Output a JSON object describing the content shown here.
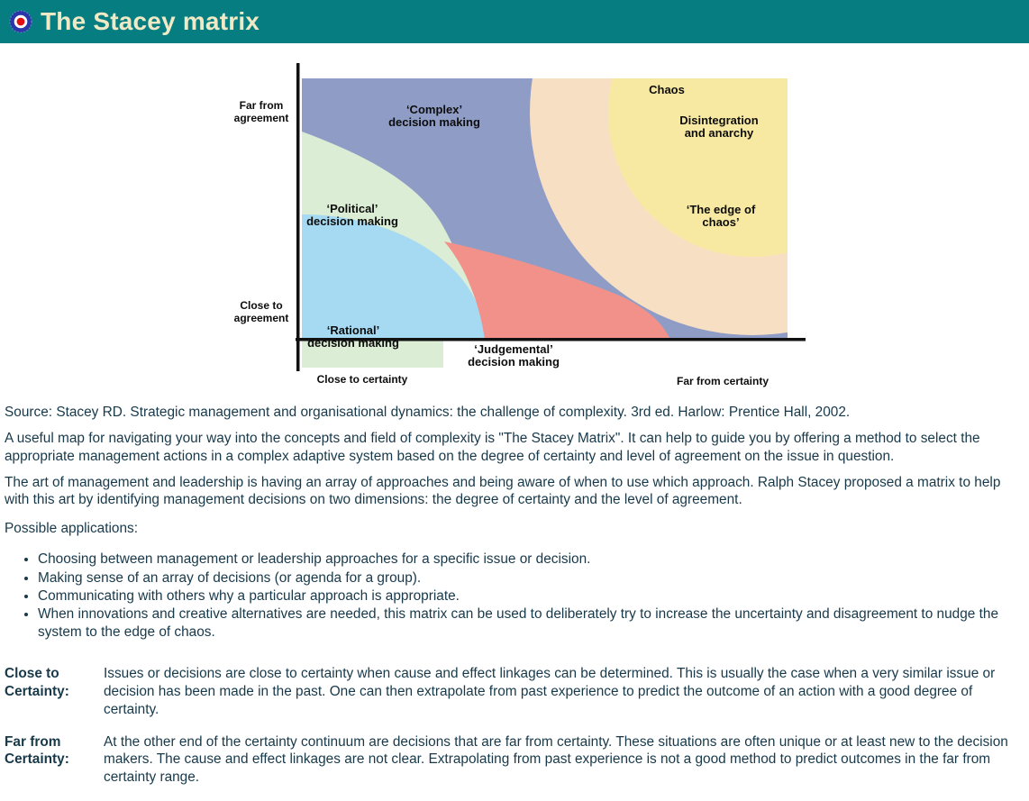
{
  "header": {
    "title": "The Stacey matrix"
  },
  "diagram": {
    "regions": {
      "complex": "‘Complex’\ndecision making",
      "political": "‘Political’\ndecision making",
      "rational": "‘Rational’\ndecision making",
      "judgemental": "‘Judgemental’\ndecision making",
      "chaos": "Chaos",
      "disintegration": "Disintegration\nand anarchy",
      "edge_of_chaos": "‘The edge of\nchaos’"
    },
    "axis": {
      "y_top": "Far from\nagreement",
      "y_bottom": "Close to\nagreement",
      "x_left": "Close to certainty",
      "x_right": "Far from certainty"
    },
    "colors": {
      "periwinkle": "#8f9dc6",
      "green": "#dcedd5",
      "cyan": "#a6daf2",
      "salmon": "#f29189",
      "yellow": "#f8e9a2",
      "cream": "#f7dfc4",
      "axis": "#111111"
    }
  },
  "content": {
    "source": "Source: Stacey RD. Strategic management and organisational dynamics: the challenge of complexity. 3rd ed. Harlow: Prentice Hall, 2002.",
    "p1": "A useful map for navigating your way into the concepts and field of complexity is \"The Stacey Matrix\". It can help to guide you by offering a method to select the appropriate management actions in a complex adaptive system based on the degree of certainty and level of agreement on the issue in question.",
    "p2": "The art of management and leadership is having an array of approaches and being aware of when to use which approach. Ralph Stacey proposed a matrix to help with this art by identifying management decisions on two dimensions: the degree of certainty and the level of agreement.",
    "applications_heading": "Possible applications:",
    "applications": [
      "Choosing between management or leadership approaches for a specific issue or decision.",
      "Making sense of an array of decisions (or agenda for a group).",
      "Communicating with others why a particular approach is appropriate.",
      "When innovations and creative alternatives are needed, this matrix can be used to deliberately try to increase the uncertainty and disagreement to nudge the system to the edge of chaos."
    ],
    "definitions": [
      {
        "term": "Close to\nCertainty:",
        "text": "Issues or decisions are close to certainty when cause and effect linkages can be determined. This is usually the case when a very similar issue or decision has been made in the past. One can then extrapolate from past experience to predict the outcome of an action with a good degree of certainty."
      },
      {
        "term": "Far from\nCertainty:",
        "text": "At the other end of the certainty continuum are decisions that are far from certainty. These situations are often unique or at least new to the decision makers. The cause and effect linkages are not clear. Extrapolating from past experience is not a good method to predict outcomes in the far from certainty range."
      }
    ]
  }
}
